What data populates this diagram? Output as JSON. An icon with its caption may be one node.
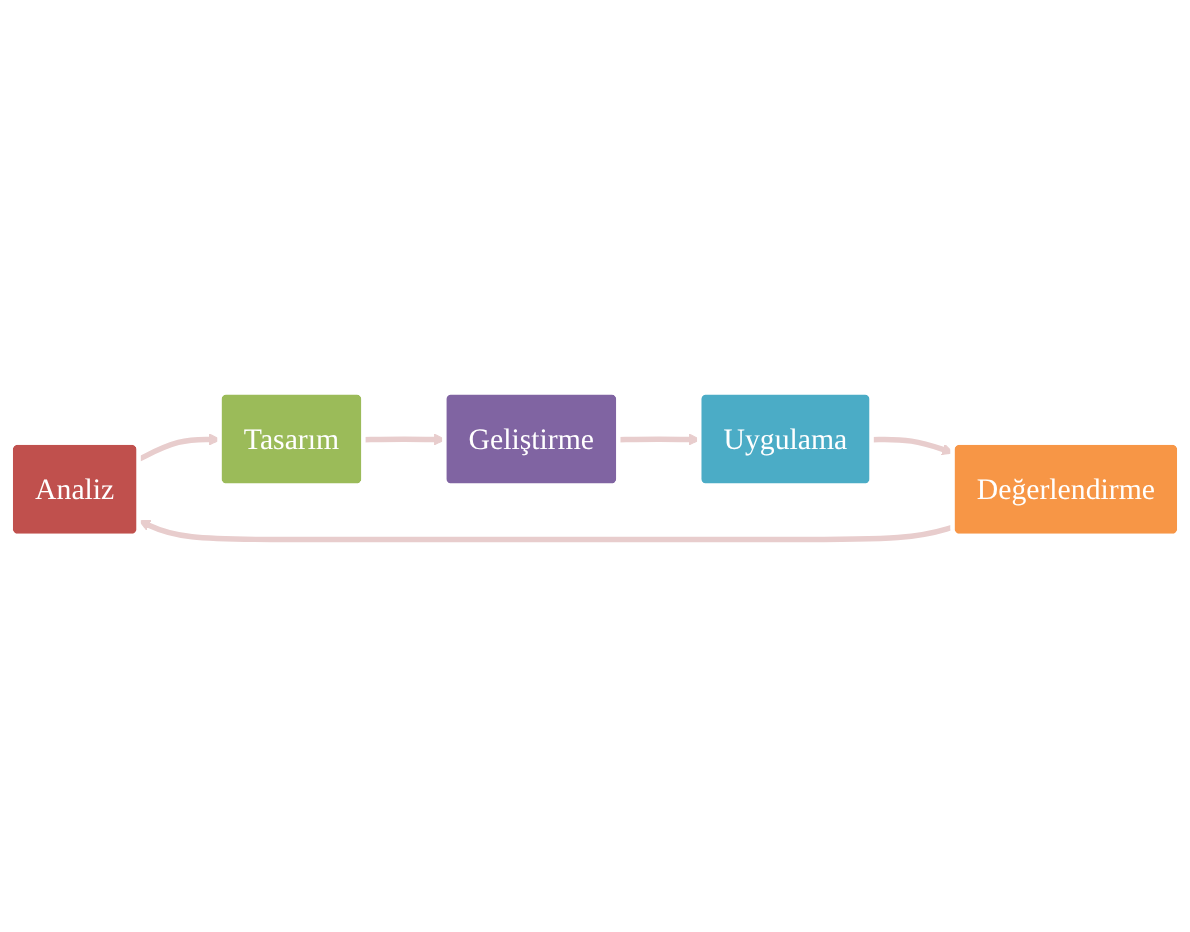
{
  "diagram": {
    "nodes": [
      {
        "text": [
          "Analiz"
        ]
      },
      {
        "text": [
          "Tasarım"
        ]
      },
      {
        "text": [
          "Geliştirme"
        ]
      },
      {
        "text": [
          "Uygulama"
        ]
      },
      {
        "text": [
          "Değerlendirme"
        ]
      }
    ],
    "edges": [
      {
        "from": 0,
        "to": 1,
        "arrow": "to"
      },
      {
        "from": 1,
        "to": 2,
        "arrow": "to"
      },
      {
        "from": 2,
        "to": 3,
        "arrow": "to"
      },
      {
        "from": 3,
        "to": 4,
        "arrow": "to"
      },
      {
        "from": 4,
        "to": 0,
        "arrow": "to"
      }
    ]
  }
}
